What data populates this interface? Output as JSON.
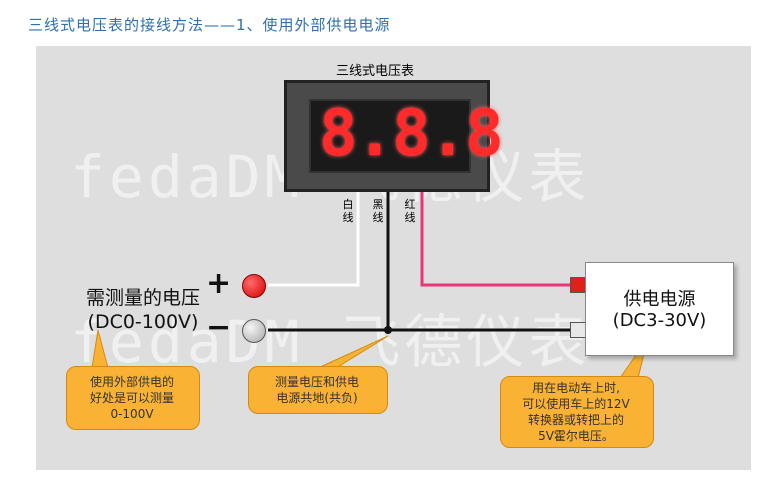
{
  "header": {
    "title": "三线式电压表的接线方法——1、使用外部供电电源"
  },
  "watermark": {
    "text1": "fedaDM 飞德仪表",
    "text2": "fedaDM 飞德仪表"
  },
  "meter": {
    "title": "三线式电压表",
    "display": "8.8.8"
  },
  "wires": {
    "white": "白线",
    "black": "黑线",
    "red": "红线"
  },
  "measure": {
    "line1": "需测量的电压",
    "line2": "(DC0-100V)",
    "plus": "+",
    "minus": "−"
  },
  "power": {
    "line1": "供电电源",
    "line2": "(DC3-30V)"
  },
  "notes": {
    "left": [
      "使用外部供电的",
      "好处是可以测量",
      "0-100V"
    ],
    "middle": [
      "测量电压和供电",
      "电源共地(共负)"
    ],
    "right": [
      "用在电动车上时,",
      "可以使用车上的12V",
      "转换器或转把上的",
      "5V霍尔电压。"
    ]
  },
  "colors": {
    "header": "#2f6fb0",
    "note": "#f9b233",
    "wire_red": "#e8357a",
    "display": "#ff2a2a"
  }
}
